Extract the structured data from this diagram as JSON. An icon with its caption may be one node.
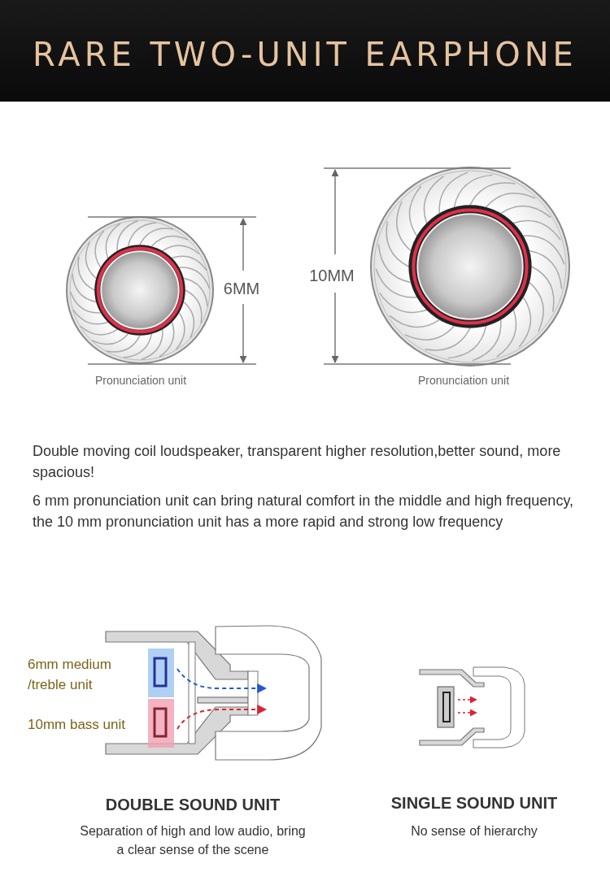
{
  "diagram": {
    "title": "RARE TWO-UNIT EARPHONE",
    "labels": [
      "6MM",
      "10MM",
      "Pronunciation unit",
      "Pronunciation unit",
      "Double  moving coil loudspeaker, transparent higher resolution,better sound, more spacious!",
      "6 mm pronunciation unit can bring natural comfort in the middle and high frequency, the 10 mm pronunciation unit has a more rapid and strong low frequency",
      "6mm medium /treble unit",
      "10mm bass unit",
      "DOUBLE SOUND UNIT",
      "SINGLE SOUND UNIT",
      "Separation of high and low audio, bring a clear sense of the scene",
      "No sense of hierarchy"
    ]
  }
}
